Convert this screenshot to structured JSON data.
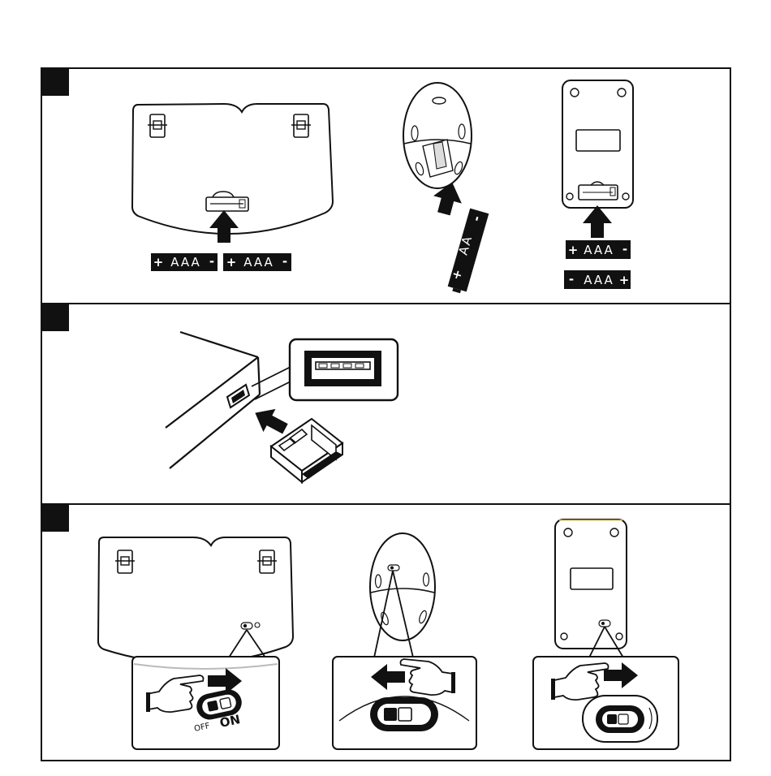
{
  "colors": {
    "ink": "#111111",
    "paper": "#ffffff",
    "gray": "#bbbbbb"
  },
  "step1": {
    "keyboard_batteries": [
      {
        "plus": "+",
        "label": "AAA",
        "minus": "-"
      },
      {
        "plus": "+",
        "label": "AAA",
        "minus": "-"
      }
    ],
    "mouse_battery": {
      "plus": "+",
      "label": "AA",
      "minus": "-"
    },
    "remote_batteries": [
      {
        "plus": "+",
        "label": "AAA",
        "minus": "-"
      },
      {
        "plus": "+",
        "label": "AAA",
        "minus": "-"
      }
    ]
  },
  "step3": {
    "switch_off": "OFF",
    "switch_on": "ON"
  },
  "icons": [
    "arrow-up-icon",
    "arrow-right-icon",
    "arrow-left-icon",
    "pointing-hand-icon",
    "usb-port-icon",
    "usb-dongle-icon",
    "power-switch-icon"
  ]
}
